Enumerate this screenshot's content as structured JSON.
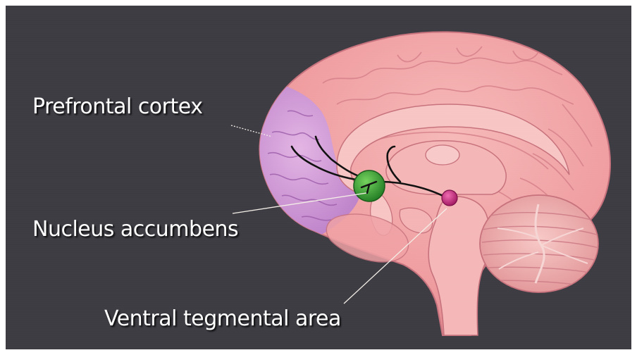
{
  "labels": {
    "prefrontal": "Prefrontal cortex",
    "nucleus": "Nucleus accumbens",
    "vta": "Ventral tegmental area"
  },
  "colors": {
    "background": "#3d3c43",
    "brain": "#f2a3a5",
    "prefrontal_region": "#cf9ad6",
    "nucleus_accumbens": "#3ca436",
    "vta": "#c0207a",
    "pathway": "#111111",
    "label_text": "#ffffff"
  }
}
